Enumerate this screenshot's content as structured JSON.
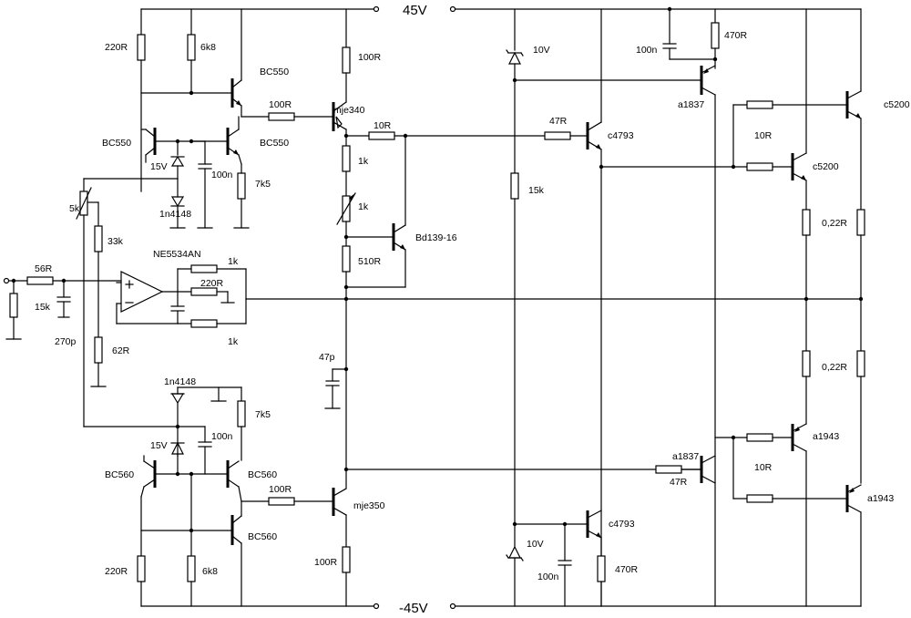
{
  "rails": {
    "positive": "45V",
    "negative": "-45V"
  },
  "labels": {
    "r_220_top": "220R",
    "r_6k8_top": "6k8",
    "q_bc550_top": "BC550",
    "q_bc550_left": "BC550",
    "q_bc550_right": "BC550",
    "z_15v_top": "15V",
    "d_1n4148_top": "1n4148",
    "c_100n_top": "100n",
    "r_7k5_top": "7k5",
    "r_100r_top": "100R",
    "r_100r_base_top": "100R",
    "q_mje340": "mje340",
    "r_10r_vbe": "10R",
    "r_1k_vbe": "1k",
    "vr_1k": "1k",
    "q_bd139": "Bd139-16",
    "r_510r": "510R",
    "pot_5k": "5k",
    "r_33k": "33k",
    "op_ne5534": "NE5534AN",
    "r_56r": "56R",
    "r_15k_in": "15k",
    "c_270p": "270p",
    "r_62r": "62R",
    "r_1k_fb_top": "1k",
    "r_220r_fb": "220R",
    "r_1k_fb_bot": "1k",
    "c_47p": "47p",
    "d_1n4148_bot": "1n4148",
    "r_7k5_bot": "7k5",
    "c_100n_bot": "100n",
    "z_15v_bot": "15V",
    "q_bc560_left": "BC560",
    "q_bc560_right": "BC560",
    "r_100r_base_bot": "100R",
    "q_mje350": "mje350",
    "q_bc560_bot": "BC560",
    "r_220_bot": "220R",
    "r_6k8_bot": "6k8",
    "r_100r_bot": "100R",
    "z_10v_top": "10V",
    "r_15k_mid": "15k",
    "r_47r_top": "47R",
    "q_c4793_top": "c4793",
    "c_100n_drv_top": "100n",
    "r_470r_top": "470R",
    "q_a1837_top": "a1837",
    "q_c5200_a": "c5200",
    "r_10r_out_top": "10R",
    "q_c5200_b": "c5200",
    "r_022_top": "0,22R",
    "r_022_bot": "0,22R",
    "q_a1943_a": "a1943",
    "r_10r_out_bot": "10R",
    "q_a1943_b": "a1943",
    "q_a1837_bot": "a1837",
    "r_47r_bot": "47R",
    "q_c4793_bot": "c4793",
    "z_10v_bot": "10V",
    "c_100n_drv_bot": "100n",
    "r_470r_bot": "470R"
  }
}
